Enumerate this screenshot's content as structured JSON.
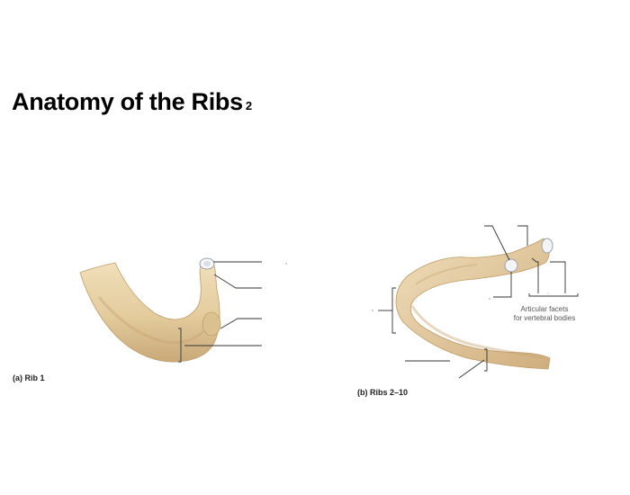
{
  "slide": {
    "title": "Anatomy of the Ribs",
    "title_number": "2"
  },
  "figure_a": {
    "caption": "(a) Rib 1"
  },
  "figure_b": {
    "caption": "(b) Ribs 2–10",
    "label_articular_facets_line1": "Articular facets",
    "label_articular_facets_line2": "for vertebral bodies"
  },
  "colors": {
    "bone": "#e5cfa2",
    "bone_shadow": "#b99563",
    "leader_line": "#333333"
  }
}
